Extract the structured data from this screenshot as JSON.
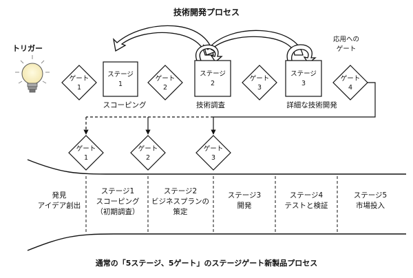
{
  "process_title": "技術開発プロセス",
  "trigger_label": "トリガー",
  "tech_gates": [
    {
      "line1": "ゲート",
      "line2": "1"
    },
    {
      "line1": "ゲート",
      "line2": "2"
    },
    {
      "line1": "ゲート",
      "line2": "3"
    },
    {
      "line1": "ゲート",
      "line2": "4"
    }
  ],
  "tech_stages": [
    {
      "line1": "ステージ",
      "line2": "1",
      "caption": "スコーピング"
    },
    {
      "line1": "ステージ",
      "line2": "2",
      "caption": "技術調査"
    },
    {
      "line1": "ステージ",
      "line2": "3",
      "caption": "詳細な技術開発"
    }
  ],
  "application_gate_label": [
    "応用への",
    "ゲート"
  ],
  "np_gates": [
    {
      "line1": "ゲート",
      "line2": "1"
    },
    {
      "line1": "ゲート",
      "line2": "2"
    },
    {
      "line1": "ゲート",
      "line2": "3"
    }
  ],
  "np_stages": [
    {
      "lines": [
        "発見",
        "アイデア創出"
      ]
    },
    {
      "lines": [
        "ステージ1",
        "スコーピング",
        "（初期調査）"
      ]
    },
    {
      "lines": [
        "ステージ2",
        "ビジネスプランの",
        "策定"
      ]
    },
    {
      "lines": [
        "ステージ3",
        "開発"
      ]
    },
    {
      "lines": [
        "ステージ4",
        "テストと検証"
      ]
    },
    {
      "lines": [
        "ステージ5",
        "市場投入"
      ]
    }
  ],
  "caption": "通常の「5ステージ、5ゲート」のステージゲート新製品プロセス"
}
